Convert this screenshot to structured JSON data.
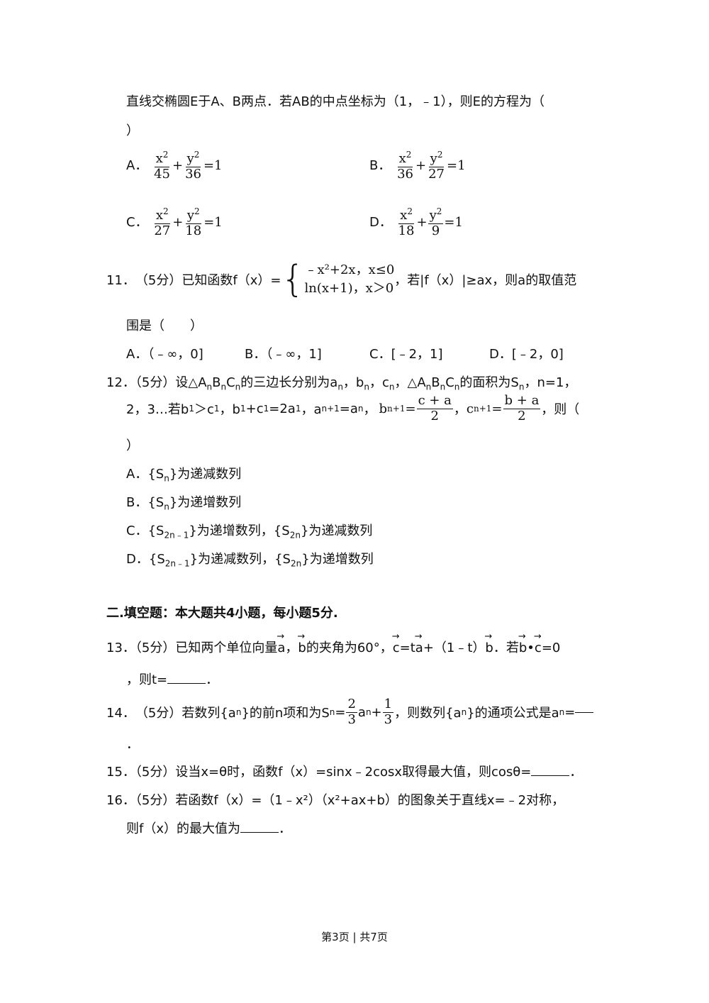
{
  "q10": {
    "stem_line1": "直线交椭圆E于A、B两点．若AB的中点坐标为（1，﹣1），则E的方程为（",
    "stem_line2": "）",
    "options": [
      {
        "label": "A．",
        "num1": "x",
        "den1": "45",
        "num2": "y",
        "den2": "36",
        "rhs": "=1"
      },
      {
        "label": "B．",
        "num1": "x",
        "den1": "36",
        "num2": "y",
        "den2": "27",
        "rhs": "=1"
      },
      {
        "label": "C．",
        "num1": "x",
        "den1": "27",
        "num2": "y",
        "den2": "18",
        "rhs": "=1"
      },
      {
        "label": "D．",
        "num1": "x",
        "den1": "18",
        "num2": "y",
        "den2": "9",
        "rhs": "=1"
      }
    ],
    "sq": "2"
  },
  "q11": {
    "number": "11．",
    "points": "（5分）已知函数f（x）=",
    "piece1": "﹣x²+2x，x≤0",
    "piece2": "ln(x+1)，x＞0",
    "tail": "，若|f（x）|≥ax，则a的取值范",
    "line2": "围是（　　）",
    "options": [
      "A．（﹣∞，0]",
      "B．（﹣∞，1]",
      "C．[﹣2，1]",
      "D．[﹣2，0]"
    ]
  },
  "q12": {
    "number": "12．",
    "line1_a": "（5分）设△A",
    "line1_b": "B",
    "line1_c": "C",
    "line1_d": "的三边长分别为a",
    "line1_e": "，b",
    "line1_f": "，c",
    "line1_g": "，△A",
    "line1_h": "的面积为S",
    "line1_i": "，n=1，",
    "sub_n": "n",
    "sub_1": "1",
    "sub_n1": "n+1",
    "line2_a": "2，3…若b",
    "line2_b": "＞c",
    "line2_c": "，b",
    "line2_d": "+c",
    "line2_e": "=2a",
    "line2_f": "，a",
    "line2_g": "=a",
    "line2_h": "，",
    "b_next": "b",
    "c_next": "c",
    "frac1_num": "c  + a",
    "frac2_num": "b  + a",
    "den": "2",
    "line2_tail": "，则（",
    "line3": "）",
    "options": [
      {
        "label": "A．",
        "text": "{S",
        "sub": "n",
        "rest": "}为递减数列"
      },
      {
        "label": "B．",
        "text": "{S",
        "sub": "n",
        "rest": "}为递增数列"
      },
      {
        "label": "C．",
        "text": "{S",
        "sub": "2n﹣1",
        "mid": "}为递增数列，{S",
        "sub2": "2n",
        "rest": "}为递减数列"
      },
      {
        "label": "D．",
        "text": "{S",
        "sub": "2n﹣1",
        "mid": "}为递减数列，{S",
        "sub2": "2n",
        "rest": "}为递增数列"
      }
    ]
  },
  "section2": {
    "title": "二.填空题：本大题共4小题，每小题5分."
  },
  "q13": {
    "number": "13．",
    "a": "（5分）已知两个单位向量",
    "va": "a",
    "b": "，",
    "vb": "b",
    "c": "的夹角为60°，",
    "vc": "c",
    "d": "=t",
    "e": "+（1﹣t）",
    "f": "．若",
    "g": "•",
    "h": "=0",
    "line2": "，则t=",
    "line2_end": "．"
  },
  "q14": {
    "number": "14．",
    "a": "（5分）若数列{a",
    "b": "}的前n项和为S",
    "c": "=",
    "f1n": "2",
    "f1d": "3",
    "d": "a",
    "e": "+",
    "f2n": "1",
    "f2d": "3",
    "g": "，则数列{a",
    "h": "}的通项公式是a",
    "i": "=",
    "line2": "．"
  },
  "q15": {
    "number": "15．",
    "text": "（5分）设当x=θ时，函数f（x）=sinx﹣2cosx取得最大值，则cosθ=",
    "end": "．"
  },
  "q16": {
    "number": "16．",
    "line1": "（5分）若函数f（x）=（1﹣x²）（x²+ax+b）的图象关于直线x=﹣2对称，",
    "line2": "则f（x）的最大值为",
    "end": "．"
  },
  "footer": {
    "text": "第3页 | 共7页"
  }
}
